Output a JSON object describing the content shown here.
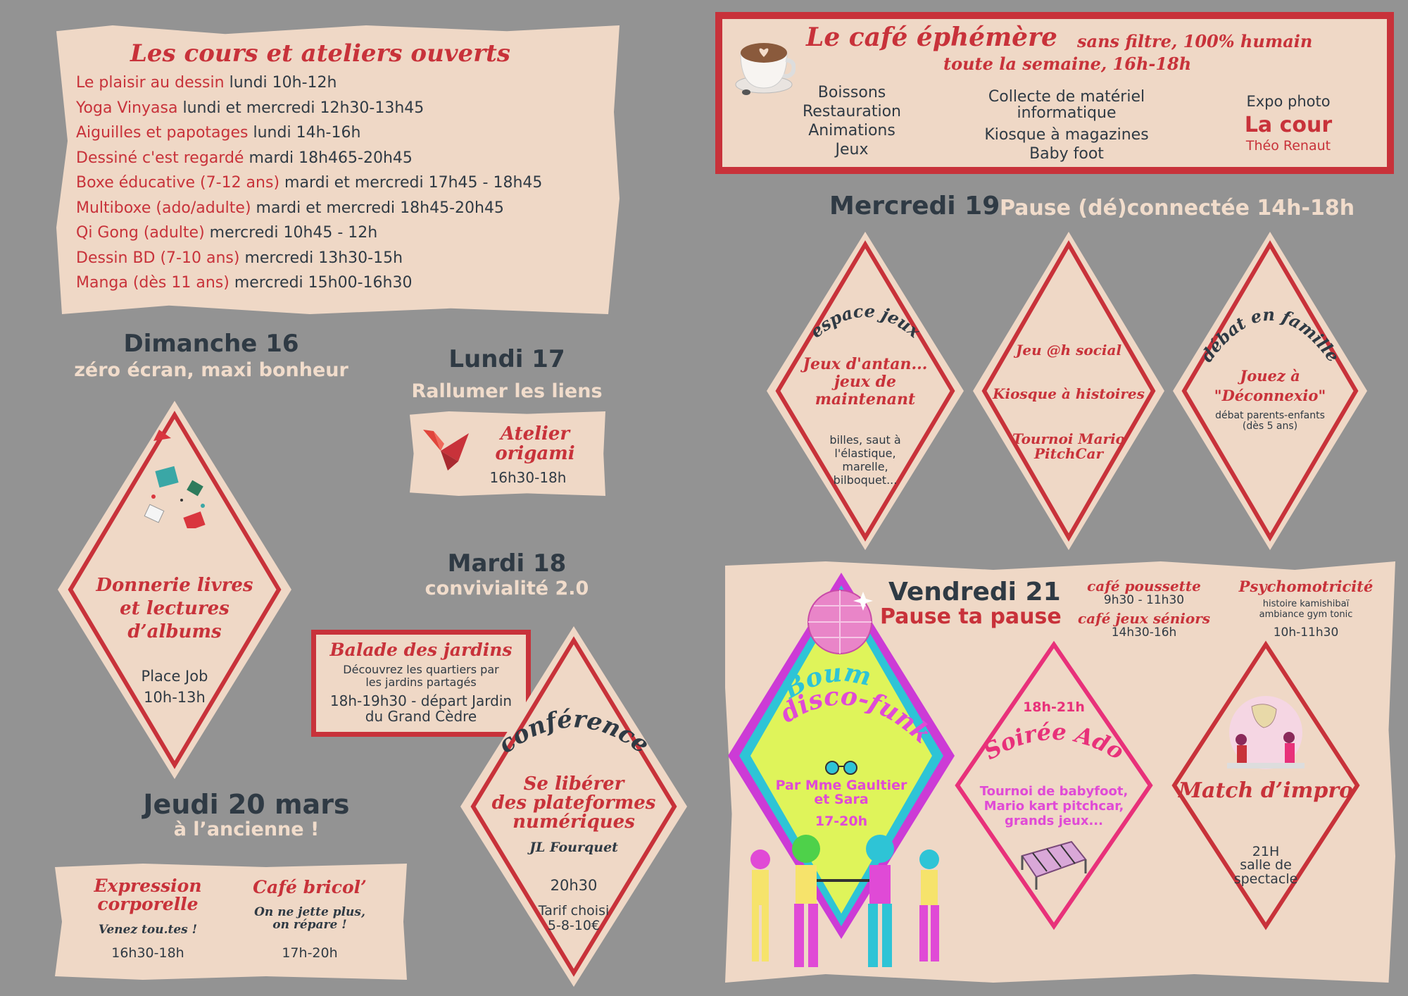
{
  "cours": {
    "title": "Les cours et ateliers ouverts",
    "items": [
      {
        "name": "Le plaisir au dessin",
        "time": "lundi 10h-12h"
      },
      {
        "name": "Yoga Vinyasa",
        "time": "lundi et mercredi 12h30-13h45"
      },
      {
        "name": "Aiguilles et papotages",
        "time": "lundi 14h-16h"
      },
      {
        "name": "Dessiné c'est regardé",
        "time": "mardi 18h465-20h45"
      },
      {
        "name": "Boxe éducative (7-12 ans)",
        "time": "mardi et mercredi 17h45 - 18h45"
      },
      {
        "name": "Multiboxe (ado/adulte)",
        "time": "mardi et mercredi 18h45-20h45"
      },
      {
        "name": "Qi Gong (adulte)",
        "time": "mercredi 10h45 - 12h"
      },
      {
        "name": "Dessin BD  (7-10 ans)",
        "time": "mercredi 13h30-15h"
      },
      {
        "name": "Manga (dès 11 ans)",
        "time": "mercredi 15h00-16h30"
      }
    ]
  },
  "cafe": {
    "title": "Le café éphémère",
    "subtitle": "sans filtre, 100% humain",
    "schedule": "toute la semaine, 16h-18h",
    "col1": [
      "Boissons",
      "Restauration",
      "Animations",
      "Jeux"
    ],
    "col2": [
      "Collecte de matériel",
      "informatique",
      "Kiosque à magazines",
      "Baby foot"
    ],
    "expo_label": "Expo photo",
    "expo_title": "La cour",
    "expo_author": "Théo Renaut"
  },
  "dimanche": {
    "day": "Dimanche 16",
    "theme": "zéro écran, maxi bonheur",
    "event_title": [
      "Donnerie livres",
      "et lectures",
      "d’albums"
    ],
    "place": "Place Job",
    "time": "10h-13h"
  },
  "lundi": {
    "day": "Lundi 17",
    "theme": "Rallumer les liens",
    "event_title": [
      "Atelier",
      "origami"
    ],
    "time": "16h30-18h"
  },
  "mardi": {
    "day": "Mardi 18",
    "theme": "convivialité 2.0",
    "balade_title": "Balade des jardins",
    "balade_desc": [
      "Découvrez les quartiers par",
      "les jardins partagés"
    ],
    "balade_time": [
      "18h-19h30 - départ Jardin",
      "du Grand Cèdre"
    ],
    "conf_label": "conférence",
    "conf_title": [
      "Se libérer",
      "des plateformes",
      "numériques"
    ],
    "conf_speaker": "JL Fourquet",
    "conf_time": "20h30",
    "conf_price": [
      "Tarif choisi",
      "5-8-10€"
    ]
  },
  "jeudi": {
    "day": "Jeudi 20 mars",
    "theme": "à l’ancienne !",
    "expr_title": [
      "Expression",
      "corporelle"
    ],
    "expr_sub": "Venez tou.tes !",
    "expr_time": "16h30-18h",
    "bricol_title": "Café bricol’",
    "bricol_sub": [
      "On ne jette plus,",
      "on répare !"
    ],
    "bricol_time": "17h-20h"
  },
  "mercredi": {
    "day": "Mercredi 19",
    "theme": "Pause (dé)connectée 14h-18h",
    "d1_arc": "espace jeux",
    "d1_title": [
      "Jeux d'antan...",
      "jeux de",
      "maintenant"
    ],
    "d1_desc": [
      "billes, saut à",
      "l'élastique,",
      "marelle,",
      "bilboquet..."
    ],
    "d2_l1": "Jeu @h social",
    "d2_l2": "Kiosque à histoires",
    "d2_l3": [
      "Tournoi Mario",
      "PitchCar"
    ],
    "d3_arc": "débat en famille",
    "d3_title": [
      "Jouez à",
      "\"Déconnexio\""
    ],
    "d3_desc": [
      "débat parents-enfants",
      "(dès 5 ans)"
    ]
  },
  "vendredi": {
    "day": "Vendredi 21",
    "theme": "Pause ta pause",
    "cafe_poussette": "café poussette",
    "cafe_poussette_time": "9h30 - 11h30",
    "cafe_seniors": "café jeux séniors",
    "cafe_seniors_time": "14h30-16h",
    "psy_title": "Psychomotricité",
    "psy_desc": [
      "histoire kamishibaï",
      "ambiance gym tonic"
    ],
    "psy_time": "10h-11h30",
    "boum_title": [
      "Boum",
      "disco-funk"
    ],
    "boum_by": [
      "Par Mme Gaultier",
      "et Sara"
    ],
    "boum_time": "17-20h",
    "ado_time": "18h-21h",
    "ado_title": "Soirée Ado",
    "ado_desc": [
      "Tournoi de babyfoot,",
      "Mario kart pitchcar,",
      "grands jeux..."
    ],
    "impro_title": "Match d’impro",
    "impro_time": "21H",
    "impro_place": [
      "salle de",
      "spectacle"
    ]
  },
  "colors": {
    "background": "#939393",
    "paper": "#efd8c6",
    "red": "#c8323a",
    "dark": "#2f3a44",
    "pink": "#e8317a",
    "neon_green": "#dff45a",
    "cyan": "#2ec4d6"
  }
}
